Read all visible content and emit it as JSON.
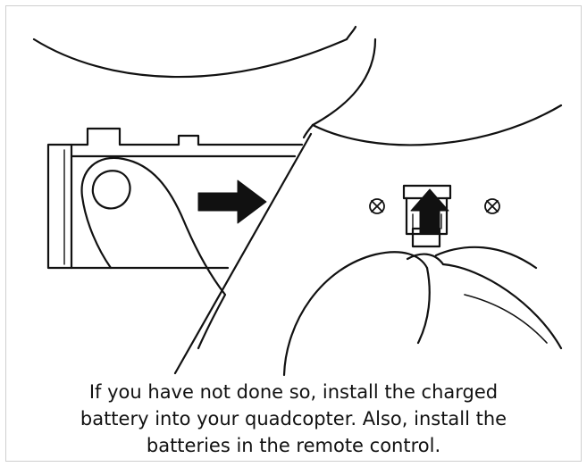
{
  "caption": {
    "line1": "If you have not done so, install the charged",
    "line2": "battery into your quadcopter. Also, install the",
    "line3": "batteries in the remote control."
  },
  "colors": {
    "ink": "#111111",
    "background": "#ffffff",
    "border": "#cfcfcf"
  }
}
